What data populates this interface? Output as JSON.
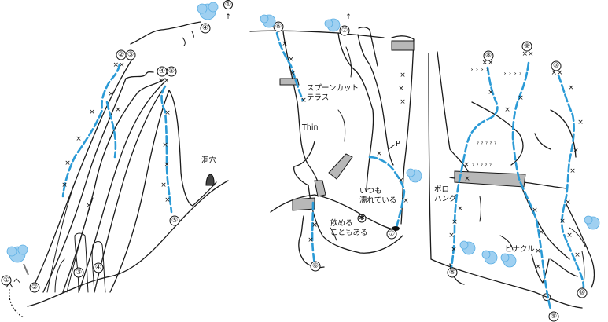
{
  "top_marker": "①",
  "top_marker_right": "↑",
  "route_numbers": {
    "r1": "①",
    "r2": "②",
    "r3": "③",
    "r4": "④",
    "r5": "⑤",
    "r6": "⑥",
    "r7": "⑦",
    "r8": "⑧",
    "r9": "⑨",
    "r10": "⑩"
  },
  "labels": {
    "cave": "洞穴",
    "spoon_cut_1": "スプーンカット",
    "spoon_cut_2": "テラス",
    "thin": "Thin",
    "always_wet_1": "いつも",
    "always_wet_2": "濡れている",
    "drinkable_1": "飲める",
    "drinkable_2": "こともある",
    "poro_1": "ポロ",
    "poro_2": "ハング",
    "pinnacle": "ピナクル",
    "p": "P",
    "to_route1": "へ",
    "bolt": "×",
    "double_bolt": "××",
    "asterisk": "✱"
  },
  "colors": {
    "route": "#2a9ad6",
    "ledge": "#b8b8b8",
    "tree": "#9fd0f1",
    "rock": "#1a1a1a"
  }
}
